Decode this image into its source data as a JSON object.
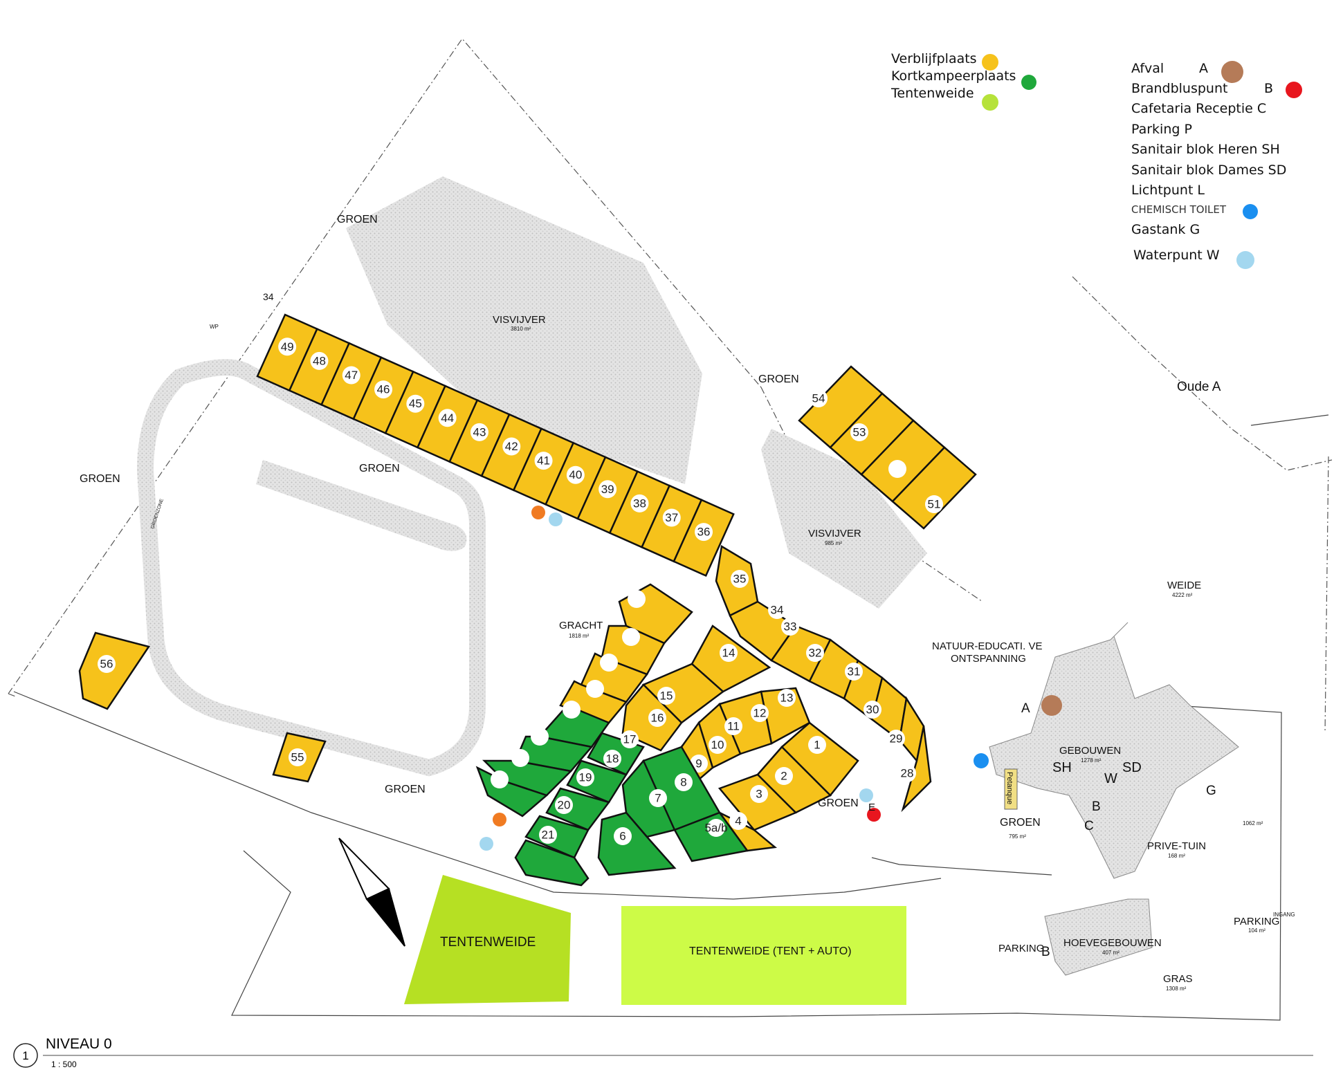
{
  "legend_types": {
    "items": [
      {
        "label": "Verblijfplaats",
        "color": "#f6c21b"
      },
      {
        "label": "Kortkampeerplaats",
        "color": "#1fa83b"
      },
      {
        "label": "Tentenweide",
        "color": "#b6e23a"
      }
    ]
  },
  "legend_facilities": {
    "items": [
      {
        "label": "Afval",
        "code": "A",
        "color": "#b57b58"
      },
      {
        "label": "Brandbluspunt",
        "code": "B",
        "color": "#e8161e"
      },
      {
        "label": "Cafetaria Receptie C"
      },
      {
        "label": "Parking P"
      },
      {
        "label": "Sanitair blok Heren SH"
      },
      {
        "label": "Sanitair blok Dames SD"
      },
      {
        "label": "Lichtpunt L"
      },
      {
        "label": "CHEMISCH TOILET",
        "color": "#1a8ff0"
      },
      {
        "label": "Gastank G"
      },
      {
        "label": "Waterpunt W",
        "color": "#a3d7ef"
      }
    ]
  },
  "map": {
    "groen": "GROEN",
    "visvijver": "VISVIJVER",
    "visvijver_large_area": "3810 m²",
    "visvijver_small_area": "985 m²",
    "gracht": "GRACHT",
    "gracht_area": "1818 m²",
    "weide": "WEIDE",
    "weide_area": "4222 m²",
    "oude_a": "Oude A",
    "natuur_line1": "NATUUR-EDUCATI. VE",
    "natuur_line2": "ONTSPANNING",
    "gebouwen": "GEBOUWEN",
    "gebouwen_area": "1278 m²",
    "groen_area": "795 m²",
    "prive_tuin": "PRIVE-TUIN",
    "prive_tuin_area": "168 m²",
    "g_area": "1062 m²",
    "parking": "PARKING",
    "parking_area": "104 m²",
    "ingang": "INGANG",
    "hoevegebouwen": "HOEVEGEBOUWEN",
    "hoevegebouwen_area": "407 m²",
    "gras": "GRAS",
    "gras_area": "1308 m²",
    "tentenweide": "TENTENWEIDE",
    "tentenweide_auto": "TENTENWEIDE (TENT + AUTO)",
    "petanque": "Petanque",
    "groenzone": "GROENZONE",
    "wp": "WP",
    "p34": "34",
    "code_a": "A",
    "code_b": "B",
    "code_c": "C",
    "code_g": "G",
    "code_sh": "SH",
    "code_sd": "SD",
    "code_w": "W",
    "code_e": "E"
  },
  "plots": [
    "49",
    "48",
    "47",
    "46",
    "45",
    "44",
    "43",
    "42",
    "41",
    "40",
    "39",
    "38",
    "37",
    "36",
    "54",
    "53",
    "51",
    "35",
    "34",
    "33",
    "32",
    "31",
    "30",
    "29",
    "28",
    "14",
    "15",
    "16",
    "13",
    "12",
    "11",
    "10",
    "9",
    "1",
    "2",
    "3",
    "4",
    "17",
    "18",
    "19",
    "20",
    "21",
    "8",
    "7",
    "6",
    "5a/b",
    "56",
    "55"
  ],
  "footer": {
    "number": "1",
    "title": "NIVEAU 0",
    "scale": "1 : 500"
  }
}
